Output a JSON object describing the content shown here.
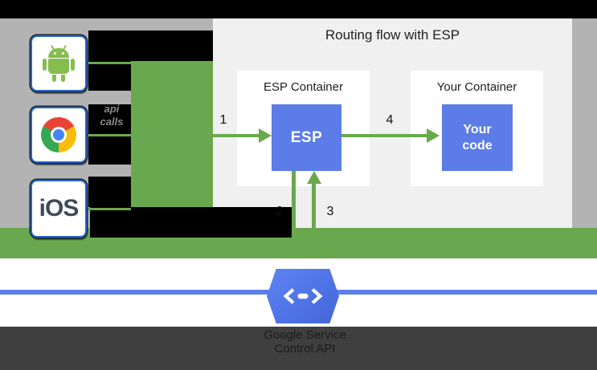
{
  "diagram": {
    "title": "Routing flow with ESP",
    "clients": {
      "android": {
        "icon": "android-robot-icon"
      },
      "chrome": {
        "icon": "chrome-logo-icon"
      },
      "ios": {
        "label": "iOS"
      }
    },
    "api_calls": {
      "line1": "api",
      "line2": "calls"
    },
    "esp_container": {
      "title": "ESP Container",
      "box_label": "ESP"
    },
    "your_container": {
      "title": "Your Container",
      "box_label": "Your code"
    },
    "steps": {
      "s1": "1",
      "s2": "2",
      "s3": "3",
      "s4": "4"
    },
    "service": {
      "icon": "code-hexagon-icon",
      "line1": "Google Service",
      "line2": "Control API"
    }
  },
  "colors": {
    "green": "#6aa84f",
    "gray_bg": "#b3b3b3",
    "panel_bg": "#f0f0f0",
    "blue_box": "#5c7ce8",
    "client_border": "#2566cf",
    "ios_text": "#3e4a56",
    "android_green": "#85bd4f",
    "chrome_red": "#ea4335",
    "chrome_yellow": "#fbbc05",
    "chrome_green": "#34a853",
    "chrome_blue": "#4285f4",
    "hex_blue_light": "#5e83f2",
    "hex_blue": "#5075e8",
    "hex_blue_dark": "#4466d6",
    "service_line_blue": "#5c80e8",
    "dark_bar": "#3f3f3f",
    "dark_bar_text": "#1c1c1c",
    "api_calls_text": "#999999",
    "label_text": "#212121"
  }
}
